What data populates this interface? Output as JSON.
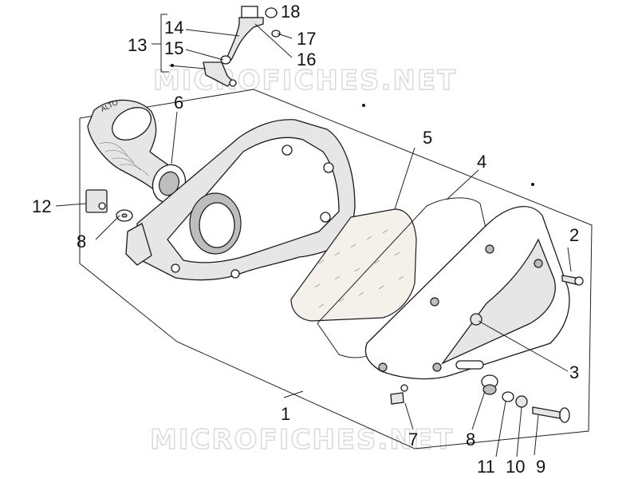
{
  "watermarks": [
    "MICROFICHES.NET",
    "MICROFICHES.NET"
  ],
  "callouts": [
    {
      "id": "1",
      "label": "1"
    },
    {
      "id": "2",
      "label": "2"
    },
    {
      "id": "3",
      "label": "3"
    },
    {
      "id": "4",
      "label": "4"
    },
    {
      "id": "5",
      "label": "5"
    },
    {
      "id": "6",
      "label": "6"
    },
    {
      "id": "7",
      "label": "7"
    },
    {
      "id": "8a",
      "label": "8"
    },
    {
      "id": "8b",
      "label": "8"
    },
    {
      "id": "9",
      "label": "9"
    },
    {
      "id": "10",
      "label": "10"
    },
    {
      "id": "11",
      "label": "11"
    },
    {
      "id": "12",
      "label": "12"
    },
    {
      "id": "13",
      "label": "13"
    },
    {
      "id": "14",
      "label": "14"
    },
    {
      "id": "15",
      "label": "15"
    },
    {
      "id": "16",
      "label": "16"
    },
    {
      "id": "17",
      "label": "17"
    },
    {
      "id": "18",
      "label": "18"
    }
  ],
  "intake_duct_marking": "ALTO"
}
